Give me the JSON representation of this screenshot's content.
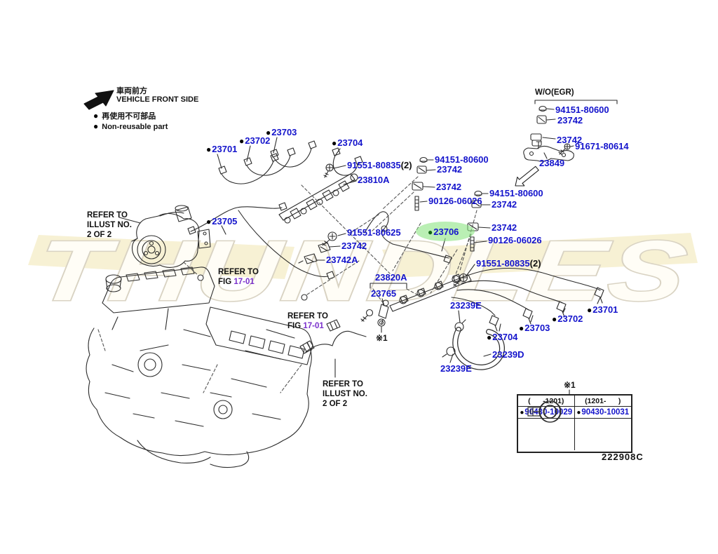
{
  "watermark": "THUNDLES",
  "drawing_code": "222908C",
  "legend": {
    "vehicle_front_jp": "車両前方",
    "vehicle_front_en": "VEHICLE FRONT SIDE",
    "non_reusable_jp": "再使用不可部品",
    "non_reusable_en": "Non-reusable part"
  },
  "wo_egr": "W/O(EGR)",
  "footnote": "※1",
  "refer_illust": {
    "text": "REFER TO\nILLUST NO.\n2 OF 2"
  },
  "refer_fig": {
    "line1": "REFER TO",
    "prefix": "FIG ",
    "link": "17-01"
  },
  "labels": [
    {
      "text": "23701",
      "marker": "non-reusable"
    },
    {
      "text": "23702",
      "marker": "non-reusable"
    },
    {
      "text": "23703",
      "marker": "non-reusable"
    },
    {
      "text": "23704",
      "marker": "non-reusable"
    },
    {
      "text": "91551-80835",
      "suffix": "(2)"
    },
    {
      "text": "23810A"
    },
    {
      "text": "23705",
      "marker": "non-reusable"
    },
    {
      "text": "94151-80600"
    },
    {
      "text": "23742"
    },
    {
      "text": "23742"
    },
    {
      "text": "90126-06026"
    },
    {
      "text": "94151-80600"
    },
    {
      "text": "23742"
    },
    {
      "text": "23706",
      "marker": "non-reusable",
      "highlight": "green"
    },
    {
      "text": "23742"
    },
    {
      "text": "90126-06026"
    },
    {
      "text": "91551-80625"
    },
    {
      "text": "23742"
    },
    {
      "text": "23742A"
    },
    {
      "text": "91551-80835",
      "suffix": "(2)"
    },
    {
      "text": "23820A"
    },
    {
      "text": "23765"
    },
    {
      "text": "23239E"
    },
    {
      "text": "23704",
      "marker": "non-reusable"
    },
    {
      "text": "23703",
      "marker": "non-reusable"
    },
    {
      "text": "23702",
      "marker": "non-reusable"
    },
    {
      "text": "23701",
      "marker": "non-reusable"
    },
    {
      "text": "23239D"
    },
    {
      "text": "23239E"
    },
    {
      "text": "94151-80600"
    },
    {
      "text": "23742"
    },
    {
      "text": "23742"
    },
    {
      "text": "91671-80614"
    },
    {
      "text": "23849"
    }
  ],
  "table": {
    "note": "※1",
    "columns": [
      "(      -1201)",
      "(1201-      )"
    ],
    "parts": [
      {
        "text": "90430-10029"
      },
      {
        "text": "90430-10031"
      }
    ]
  }
}
